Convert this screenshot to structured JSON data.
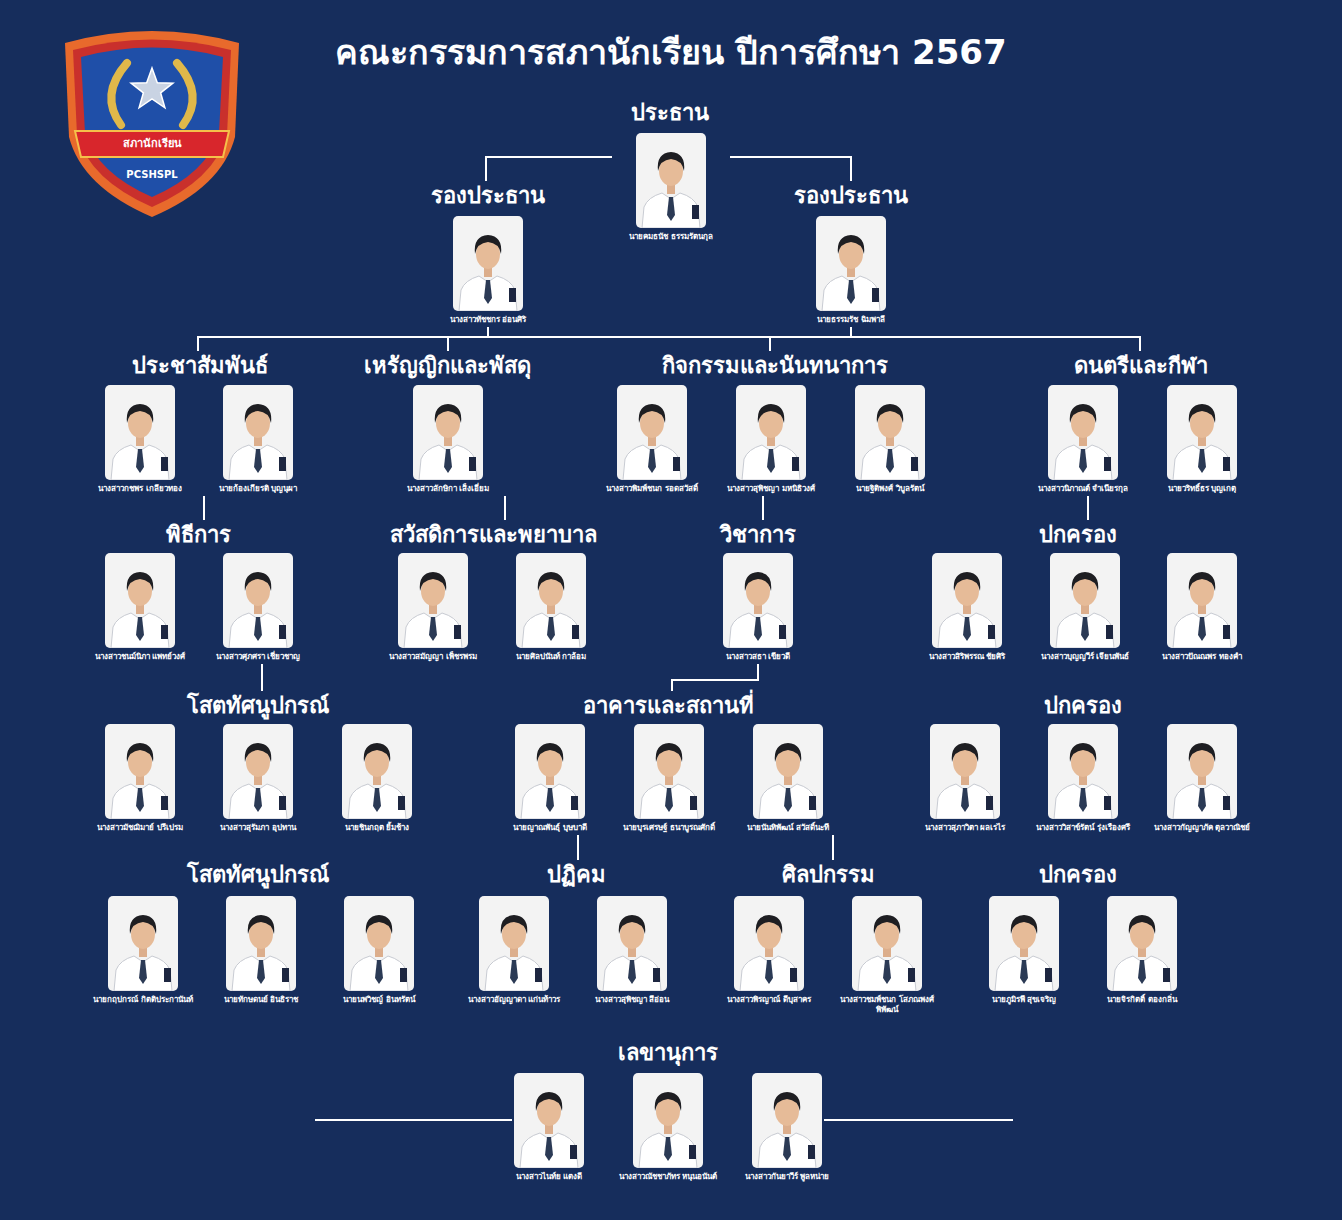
{
  "diagram": {
    "title": "คณะกรรมการสภานักเรียน ปีการศึกษา 2567",
    "nodes": [
      {
        "text": [
          "ประธาน"
        ]
      },
      {
        "text": [
          "นายคมธนัช ธรรมรัตนกุล"
        ],
        "in": 0
      },
      {
        "text": [
          "รองประธาน"
        ]
      },
      {
        "text": [
          "นางสาวทัชชกร อ่อนศิริ"
        ],
        "in": 2
      },
      {
        "text": [
          "รองประธาน"
        ]
      },
      {
        "text": [
          "นายธรรมรัช ฉิมพาลี"
        ],
        "in": 4
      },
      {
        "text": [
          "ประชาสัมพันธ์"
        ]
      },
      {
        "text": [
          "นางสาวกชพร เกลียวทอง"
        ],
        "in": 6
      },
      {
        "text": [
          "นายก้องเกียรติ บุญนุผา"
        ],
        "in": 6
      },
      {
        "text": [
          "เหรัญญิกและพัสดุ"
        ]
      },
      {
        "text": [
          "นางสาวลักษิกา เส็งเอี่ยม"
        ],
        "in": 9
      },
      {
        "text": [
          "กิจกรรมและนันทนาการ"
        ]
      },
      {
        "text": [
          "นางสาวพิมพ์ชนก รอดสวัสดิ์"
        ],
        "in": 11
      },
      {
        "text": [
          "นางสาวสุพิชญา มหนิธิวงศ์"
        ],
        "in": 11
      },
      {
        "text": [
          "นายฐิติพงศ์ วิบูลรัตน์"
        ],
        "in": 11
      },
      {
        "text": [
          "ดนตรีและกีฬา"
        ]
      },
      {
        "text": [
          "นางสาวนิภาณต์ จำเนียรกุล"
        ],
        "in": 15
      },
      {
        "text": [
          "นายวริทธิ์ธร บุญเกตุ"
        ],
        "in": 15
      },
      {
        "text": [
          "พิธีการ"
        ]
      },
      {
        "text": [
          "นางสาวชนม์นิภา แพทย์วงศ์"
        ],
        "in": 18
      },
      {
        "text": [
          "นางสาวศุภศรา เชี่ยวชาญ"
        ],
        "in": 18
      },
      {
        "text": [
          "สวัสดิการและพยาบาล"
        ]
      },
      {
        "text": [
          "นางสาวสมัญญา เพ็ชรพรม"
        ],
        "in": 21
      },
      {
        "text": [
          "นายศิลปนันท์ กาล้อม"
        ],
        "in": 21
      },
      {
        "text": [
          "วิชาการ"
        ]
      },
      {
        "text": [
          "นางสาวสธา เขียวดี"
        ],
        "in": 24
      },
      {
        "text": [
          "ปกครอง"
        ]
      },
      {
        "text": [
          "นางสาวสิริพรรณ ชัยศิริ"
        ],
        "in": 26
      },
      {
        "text": [
          "นางสาวบุญญวีร์ เจียนพันธ์"
        ],
        "in": 26
      },
      {
        "text": [
          "นางสาวปัณณพร ทองคำ"
        ],
        "in": 26
      },
      {
        "text": [
          "โสตทัศนูปกรณ์"
        ]
      },
      {
        "text": [
          "นางสาวมัชฌิมาย์ ปรีเปรม"
        ],
        "in": 30
      },
      {
        "text": [
          "นางสาวสุรัมภา อุปทาน"
        ],
        "in": 30
      },
      {
        "text": [
          "นายชินกฤต ยิ้มช้าง"
        ],
        "in": 30
      },
      {
        "text": [
          "อาคารและสถานที่"
        ]
      },
      {
        "text": [
          "นายญาณพันธุ์ บุษบาดี"
        ],
        "in": 34
      },
      {
        "text": [
          "นายบุรเศรษฐ์ ธนาบูรณศักดิ์"
        ],
        "in": 34
      },
      {
        "text": [
          "นายนันทิพัฒน์ สวัสดิ์นะที"
        ],
        "in": 34
      },
      {
        "text": [
          "ปกครอง"
        ]
      },
      {
        "text": [
          "นางสาวสุภาวิตา ผลเรไร"
        ],
        "in": 38
      },
      {
        "text": [
          "นางสาววิสาข์รัตน์ รุ่งเรืองศรี"
        ],
        "in": 38
      },
      {
        "text": [
          "นางสาวกัญญาภัค ตุลวาณิชย์"
        ],
        "in": 38
      },
      {
        "text": [
          "โสตทัศนูปกรณ์"
        ]
      },
      {
        "text": [
          "นายกฤปกรณ์ กิตติประกานันท์"
        ],
        "in": 42
      },
      {
        "text": [
          "นายทักษดนย์ อินธิราช"
        ],
        "in": 42
      },
      {
        "text": [
          "นายนพวิชญ์ อินทรัตน์"
        ],
        "in": 42
      },
      {
        "text": [
          "ปฏิคม"
        ]
      },
      {
        "text": [
          "นางสาวอัญญาดา แก่นท้าวร"
        ],
        "in": 46
      },
      {
        "text": [
          "นางสาวสุพิชญา สีอ่อน"
        ],
        "in": 46
      },
      {
        "text": [
          "ศิลปกรรม"
        ]
      },
      {
        "text": [
          "นางสาวพิรญาณ์ ดีบุสาคร"
        ],
        "in": 49
      },
      {
        "text": [
          "นางสาวชมพ์ชนก โสภณพงศ์พิพัฒน์"
        ],
        "in": 49
      },
      {
        "text": [
          "ปกครอง"
        ]
      },
      {
        "text": [
          "นายภูมิรพี สุขเจริญ"
        ],
        "in": 52
      },
      {
        "text": [
          "นายจิรกิตติ์ ตองกลิ่น"
        ],
        "in": 52
      },
      {
        "text": [
          "เลขานุการ"
        ]
      },
      {
        "text": [
          "นางสาวไนท์ย แตงดี"
        ],
        "in": 55
      },
      {
        "text": [
          "นางสาวณัชชาภัทร หนุนอนันต์"
        ],
        "in": 55
      },
      {
        "text": [
          "นางสาวกันยาวีร์ พูลหน่าย"
        ],
        "in": 55
      }
    ],
    "edges": [
      {
        "from": 0,
        "to": 2,
        "arrow": "none"
      },
      {
        "from": 0,
        "to": 4,
        "arrow": "none"
      },
      {
        "from": 2,
        "to": 6,
        "arrow": "none"
      },
      {
        "from": 2,
        "to": 9,
        "arrow": "none"
      },
      {
        "from": 2,
        "to": 11,
        "arrow": "none"
      },
      {
        "from": 2,
        "to": 15,
        "arrow": "none"
      },
      {
        "from": 4,
        "to": 6,
        "arrow": "none"
      },
      {
        "from": 4,
        "to": 9,
        "arrow": "none"
      },
      {
        "from": 4,
        "to": 11,
        "arrow": "none"
      },
      {
        "from": 4,
        "to": 15,
        "arrow": "none"
      },
      {
        "from": 6,
        "to": 18,
        "arrow": "none"
      },
      {
        "from": 9,
        "to": 21,
        "arrow": "none"
      },
      {
        "from": 11,
        "to": 24,
        "arrow": "none"
      },
      {
        "from": 15,
        "to": 26,
        "arrow": "none"
      },
      {
        "from": 18,
        "to": 30,
        "arrow": "none"
      },
      {
        "from": 24,
        "to": 34,
        "arrow": "none"
      },
      {
        "from": 34,
        "to": 46,
        "arrow": "none"
      },
      {
        "from": 34,
        "to": 49,
        "arrow": "none"
      }
    ],
    "labels": [
      "สภานักเรียน",
      "PCSHSPL"
    ]
  }
}
